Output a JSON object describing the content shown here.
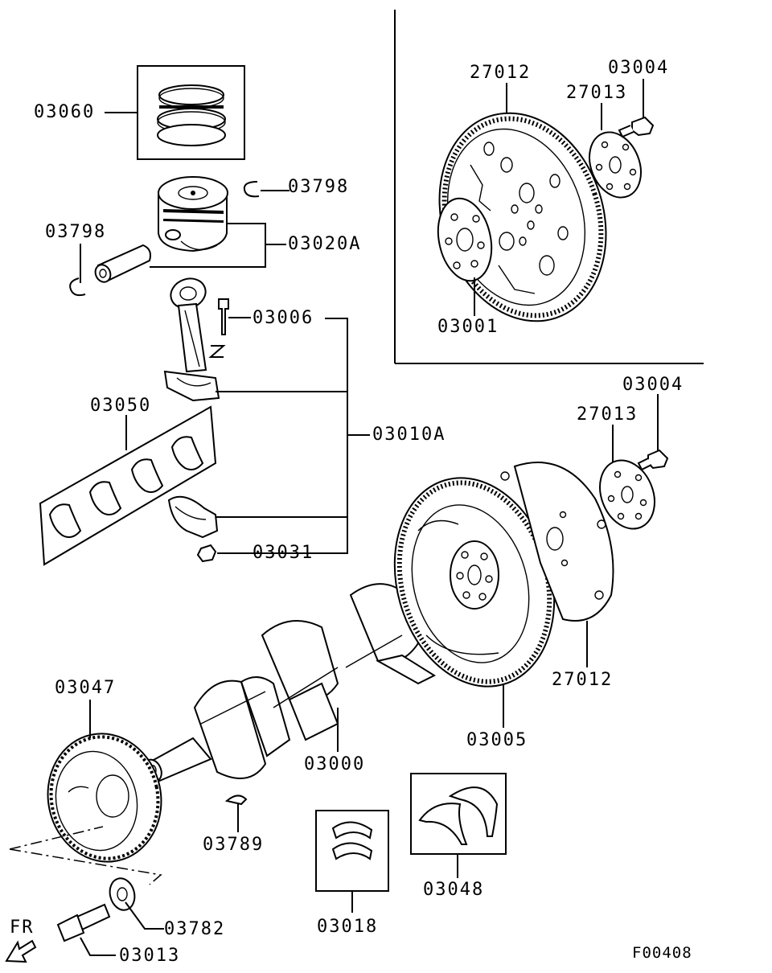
{
  "diagram": {
    "drawing_code": "F00408",
    "front_indicator": "FR",
    "parts": {
      "p03060": "03060",
      "p03798_right": "03798",
      "p03798_left": "03798",
      "p03020A": "03020A",
      "p03006": "03006",
      "p03050": "03050",
      "p03010A": "03010A",
      "p03031": "03031",
      "p27012_top": "27012",
      "p27013_top": "27013",
      "p03004_top": "03004",
      "p03001": "03001",
      "p03004_mid": "03004",
      "p27013_mid": "27013",
      "p27012_mid": "27012",
      "p03005": "03005",
      "p03000": "03000",
      "p03047": "03047",
      "p03789": "03789",
      "p03018": "03018",
      "p03048": "03048",
      "p03782": "03782",
      "p03013": "03013"
    }
  }
}
